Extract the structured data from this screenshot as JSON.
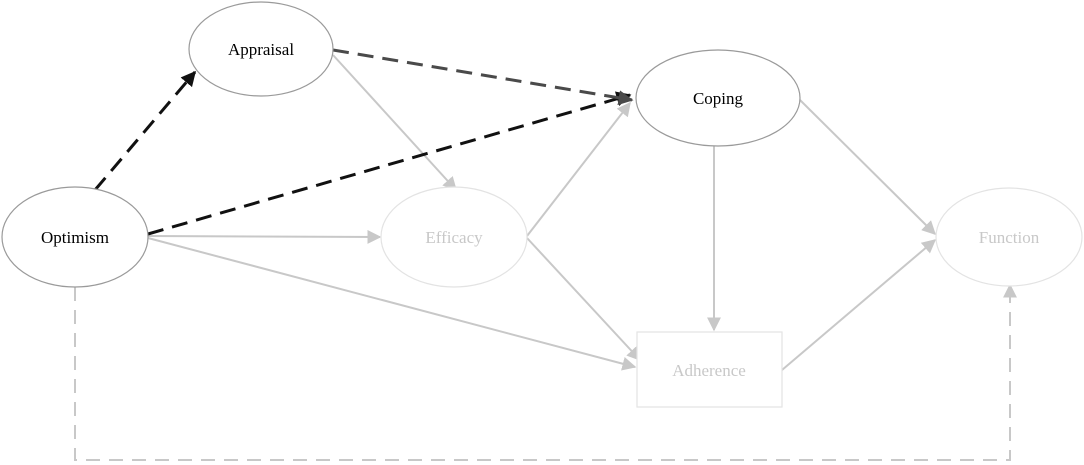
{
  "nodes": {
    "optimism": {
      "label": "Optimism",
      "shape": "ellipse",
      "emphasis": "dark"
    },
    "appraisal": {
      "label": "Appraisal",
      "shape": "ellipse",
      "emphasis": "dark"
    },
    "coping": {
      "label": "Coping",
      "shape": "ellipse",
      "emphasis": "dark"
    },
    "efficacy": {
      "label": "Efficacy",
      "shape": "ellipse",
      "emphasis": "faded"
    },
    "function": {
      "label": "Function",
      "shape": "ellipse",
      "emphasis": "faded"
    },
    "adherence": {
      "label": "Adherence",
      "shape": "rectangle",
      "emphasis": "faded"
    }
  },
  "edges": [
    {
      "from": "Optimism",
      "to": "Appraisal",
      "style": "dashed",
      "color": "#111111"
    },
    {
      "from": "Appraisal",
      "to": "Coping",
      "style": "dashed",
      "color": "#4a4a4a"
    },
    {
      "from": "Optimism",
      "to": "Coping",
      "style": "dashed",
      "color": "#111111"
    },
    {
      "from": "Appraisal",
      "to": "Efficacy",
      "style": "solid",
      "color": "#c8c8c8"
    },
    {
      "from": "Optimism",
      "to": "Efficacy",
      "style": "solid",
      "color": "#c8c8c8"
    },
    {
      "from": "Optimism",
      "to": "Adherence",
      "style": "solid",
      "color": "#c8c8c8"
    },
    {
      "from": "Efficacy",
      "to": "Coping",
      "style": "solid",
      "color": "#c8c8c8"
    },
    {
      "from": "Efficacy",
      "to": "Adherence",
      "style": "solid",
      "color": "#c8c8c8"
    },
    {
      "from": "Coping",
      "to": "Adherence",
      "style": "solid",
      "color": "#c8c8c8"
    },
    {
      "from": "Coping",
      "to": "Function",
      "style": "solid",
      "color": "#c8c8c8"
    },
    {
      "from": "Adherence",
      "to": "Function",
      "style": "solid",
      "color": "#c8c8c8"
    },
    {
      "from": "Optimism",
      "to": "Function",
      "style": "dashed",
      "color": "#c8c8c8"
    }
  ],
  "colors": {
    "dark_text": "#000000",
    "faded_text": "#c8c8c8",
    "dark_outline": "#9a9a9a",
    "faded_outline": "#e3e3e3",
    "faded_edge": "#c8c8c8",
    "strong_edge": "#111111",
    "medium_edge": "#4a4a4a"
  }
}
